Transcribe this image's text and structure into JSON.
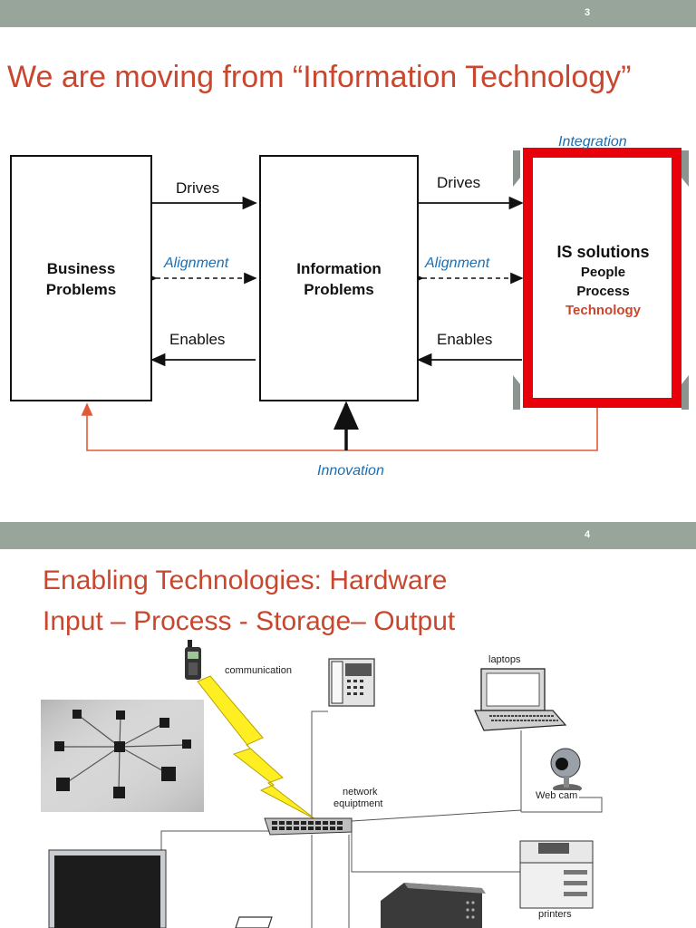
{
  "slide1": {
    "page_number": "3",
    "title": "We are moving from “Information Technology”",
    "boxes": {
      "business": [
        "Business",
        "Problems"
      ],
      "information": [
        "Information",
        "Problems"
      ],
      "is_title": "IS solutions",
      "is_items": [
        "People",
        "Process",
        "Technology"
      ]
    },
    "labels": {
      "drives_left": "Drives",
      "drives_right": "Drives",
      "alignment_left": "Alignment",
      "alignment_right": "Alignment",
      "enables_left": "Enables",
      "enables_right": "Enables",
      "integration": "Integration",
      "innovation": "Innovation"
    },
    "colors": {
      "accent_red": "#c8472e",
      "frame_red": "#e8000b",
      "blue": "#1a6fb5",
      "bar": "#97a59b"
    }
  },
  "slide2": {
    "page_number": "4",
    "title_lines": [
      "Enabling Technologies: Hardware",
      "Input – Process - Storage– Output"
    ],
    "device_labels": {
      "communication": "communication",
      "laptops": "laptops",
      "network": [
        "network",
        "equiptment"
      ],
      "webcam": "Web cam",
      "printers": "printers"
    },
    "icons": [
      "cell-phone-icon",
      "desk-phone-icon",
      "laptop-icon",
      "webcam-icon",
      "network-switch-icon",
      "printer-icon",
      "monitor-icon",
      "server-tower-icon",
      "lightning-icon"
    ]
  }
}
